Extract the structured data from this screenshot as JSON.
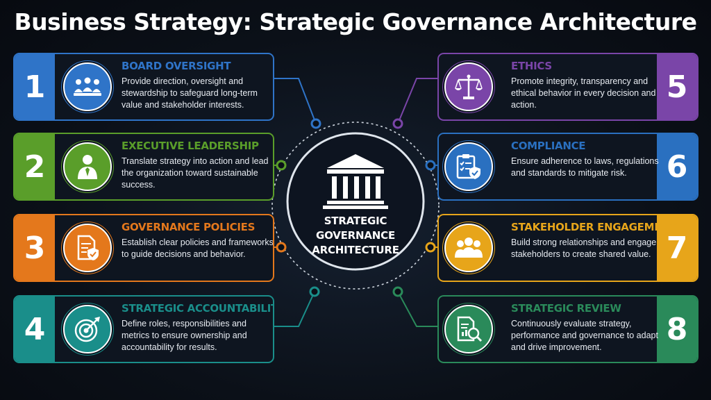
{
  "title": "Business Strategy: Strategic Governance Architecture",
  "center": {
    "label": "STRATEGIC GOVERNANCE ARCHITECTURE",
    "lines": [
      "STRATEGIC",
      "GOVERNANCE",
      "ARCHITECTURE"
    ],
    "icon": "classical-building-icon"
  },
  "pillars": [
    {
      "number": "1",
      "heading": "BOARD OVERSIGHT",
      "body": "Provide direction, oversight and stewardship to safeguard long-term value and stakeholder interests.",
      "color": "#2f74c8",
      "icon": "board-people-icon"
    },
    {
      "number": "2",
      "heading": "EXECUTIVE LEADERSHIP",
      "body": "Translate strategy into action and lead the organization toward sustainable success.",
      "color": "#5a9e2a",
      "icon": "executive-person-icon"
    },
    {
      "number": "3",
      "heading": "GOVERNANCE POLICIES",
      "body": "Establish clear policies and frameworks to guide decisions and behavior.",
      "color": "#e4781c",
      "icon": "policy-document-shield-icon"
    },
    {
      "number": "4",
      "heading": "STRATEGIC ACCOUNTABILITY",
      "body": "Define roles, responsibilities and metrics to ensure ownership and accountability for results.",
      "color": "#1a8e8a",
      "icon": "target-arrow-icon"
    },
    {
      "number": "5",
      "heading": "ETHICS",
      "body": "Promote integrity, transparency and ethical behavior in every decision and action.",
      "color": "#7a45a8",
      "icon": "scales-of-justice-icon"
    },
    {
      "number": "6",
      "heading": "COMPLIANCE",
      "body": "Ensure adherence to laws, regulations and standards to mitigate risk.",
      "color": "#2a70c0",
      "icon": "clipboard-check-shield-icon"
    },
    {
      "number": "7",
      "heading": "STAKEHOLDER ENGAGEMENT",
      "body": "Build strong relationships and engage stakeholders to create shared value.",
      "color": "#e7a51a",
      "icon": "stakeholder-group-icon"
    },
    {
      "number": "8",
      "heading": "STRATEGIC REVIEW",
      "body": "Continuously evaluate strategy, performance and governance to adapt and drive improvement.",
      "color": "#2a8a5a",
      "icon": "report-magnifier-icon"
    }
  ]
}
